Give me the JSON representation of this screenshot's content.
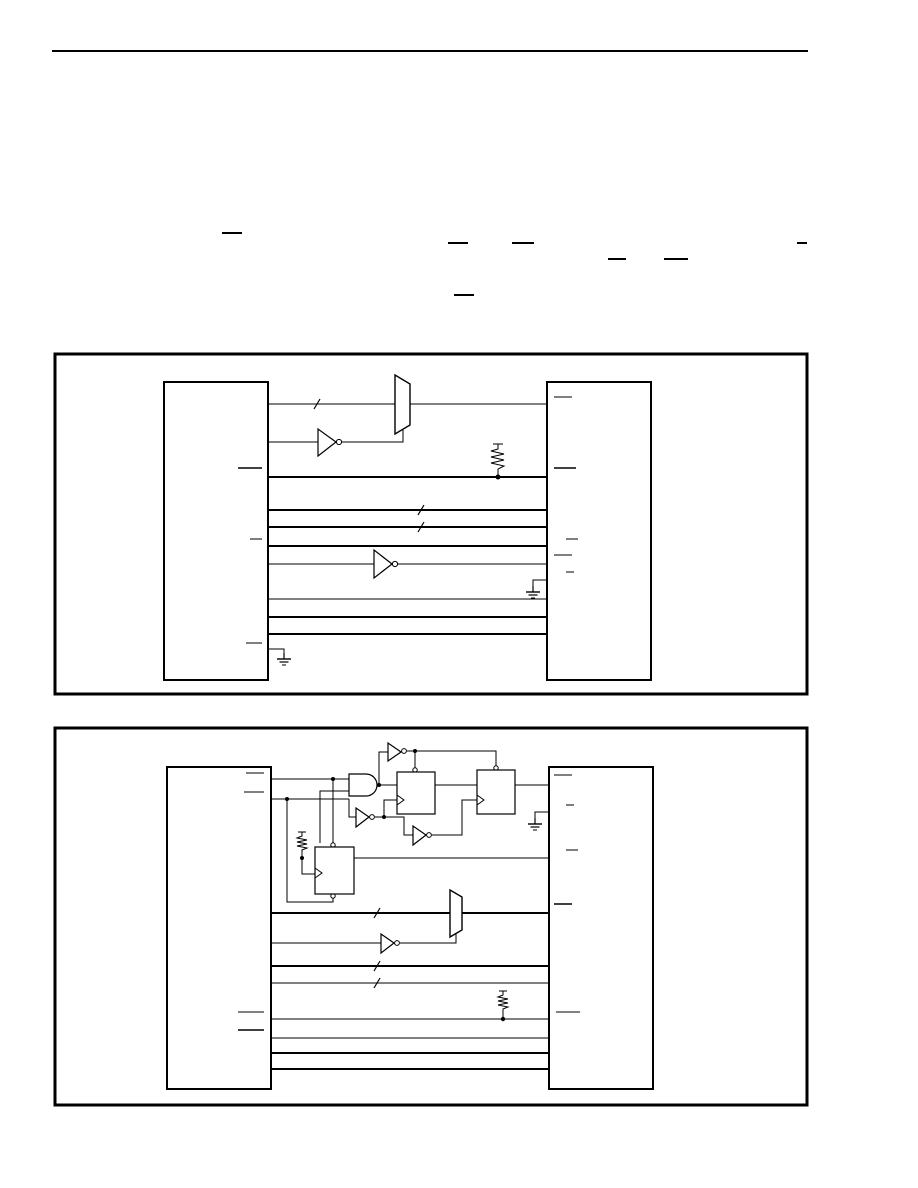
{
  "page": {
    "background": "#ffffff",
    "line_color": "#000000"
  },
  "figures": [
    {
      "name": "interface-figure-upper",
      "components": [
        "chip-block-left",
        "chip-block-right",
        "multiplexer",
        "inverter",
        "inverter",
        "pull-up-resistor",
        "ground",
        "ground"
      ]
    },
    {
      "name": "interface-figure-lower",
      "components": [
        "chip-block-left",
        "chip-block-right",
        "and-gate",
        "flip-flop",
        "flip-flop",
        "flip-flop",
        "inverter",
        "inverter",
        "inverter",
        "inverter",
        "multiplexer",
        "pull-up-resistor",
        "pull-up-resistor",
        "ground"
      ]
    }
  ]
}
